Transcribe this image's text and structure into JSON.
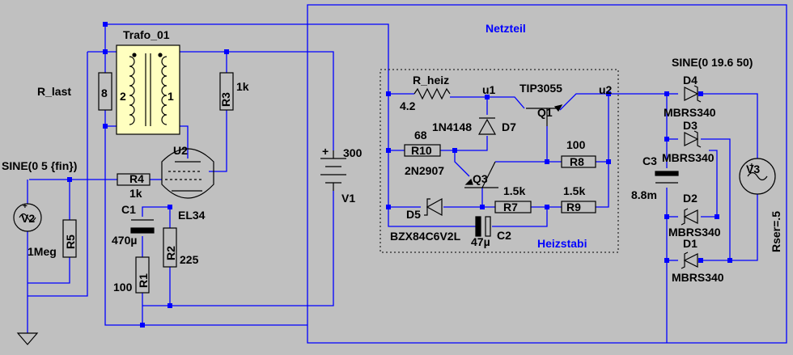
{
  "labels": {
    "trafo": "Trafo_01",
    "trafo_pin2": "2",
    "trafo_pin1": "1",
    "r_last_name": "R_last",
    "r_last_value": "8",
    "r3_name": "R3",
    "r3_value": "1k",
    "u2_name": "U2",
    "u2_value": "EL34",
    "r4_name": "R4",
    "r4_value": "1k",
    "v2_source": "SINE(0 5 {fin})",
    "v2_name": "V2",
    "r5_name": "R5",
    "r5_value": "1Meg",
    "c1_name": "C1",
    "c1_value": "470µ",
    "r1_name": "R1",
    "r1_value": "100",
    "r2_name": "R2",
    "r2_value": "225",
    "v1_value": "300",
    "v1_name": "V1",
    "v1_plus": "+",
    "netzteil": "Netzteil",
    "heizstabi": "Heizstabi",
    "r_heiz_name": "R_heiz",
    "r_heiz_value": "4.2",
    "u1": "u1",
    "u2_net": "u2",
    "q1_value": "TIP3055",
    "q1_name": "Q1",
    "d7_value": "1N4148",
    "d7_name": "D7",
    "r10_value": "68",
    "r10_name": "R10",
    "q3_value": "2N2907",
    "q3_name": "Q3",
    "r8_value": "100",
    "r8_name": "R8",
    "r7_value": "1.5k",
    "r7_name": "R7",
    "r9_value": "1.5k",
    "r9_name": "R9",
    "d5_name": "D5",
    "d5_value": "BZX84C6V2L",
    "c2_value": "47µ",
    "c2_name": "C2",
    "v3_source": "SINE(0 19.6 50)",
    "v3_name": "V3",
    "rser": "Rser=.5",
    "d4_name": "D4",
    "d4_value": "MBRS340",
    "d3_name": "D3",
    "d3_value": "MBRS340",
    "d2_name": "D2",
    "d2_value": "MBRS340",
    "d1_name": "D1",
    "d1_value": "MBRS340",
    "c3_name": "C3",
    "c3_value": "8.8m"
  },
  "colors": {
    "background": "#c0c0c0",
    "wire": "#0000ff",
    "component": "#000000",
    "component_body": "#ffffc0",
    "net_label": "#0000ff"
  }
}
